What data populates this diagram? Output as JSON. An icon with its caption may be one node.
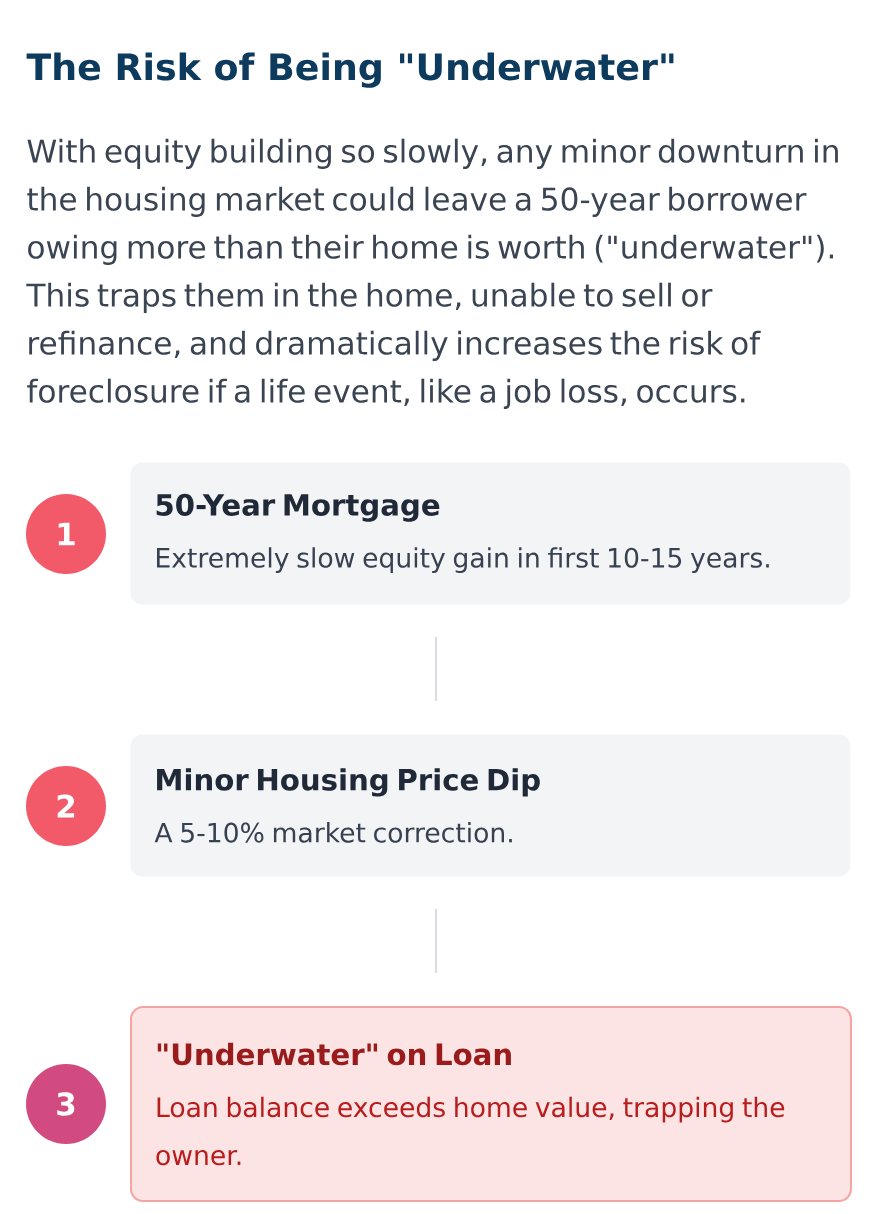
{
  "diagram": {
    "title": "The Risk of Being \"Underwater\"",
    "nodes": [
      {
        "text": [
          "1"
        ]
      },
      {
        "text": [
          "50-Year Mortgage",
          "Extremely slow equity gain in first 10-15 years."
        ]
      },
      {
        "text": [
          "2"
        ]
      },
      {
        "text": [
          "Minor Housing Price Dip",
          "A 5-10% market correction."
        ]
      },
      {
        "text": [
          "3"
        ]
      },
      {
        "text": [
          "\"Underwater\" on Loan",
          "Loan balance exceeds home value, trapping the owner."
        ]
      }
    ],
    "edges": [
      {
        "from": 1,
        "to": 3,
        "arrow": "none"
      },
      {
        "from": 3,
        "to": 5,
        "arrow": "none"
      }
    ],
    "labels": [
      "With equity building so slowly, any minor downturn in the housing market could leave a 50-year borrower owing more than their home is worth (\"underwater\"). This traps them in the home, unable to sell or refinance, and dramatically increases the risk of foreclosure if a life event, like a job loss, occurs."
    ]
  }
}
